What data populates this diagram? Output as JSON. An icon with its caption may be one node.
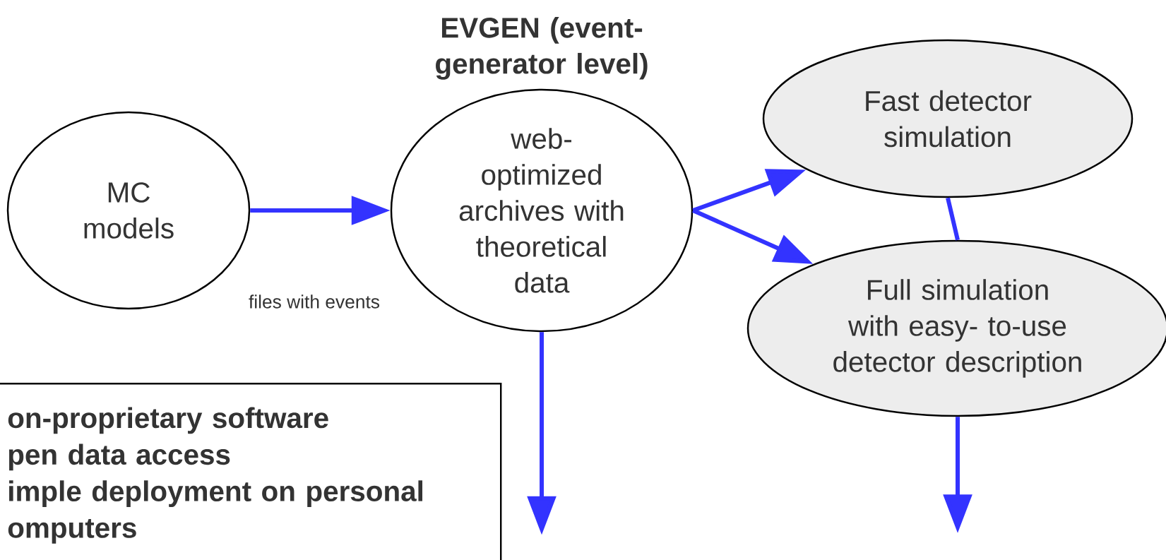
{
  "diagram": {
    "nodes": [
      {
        "text": [
          "MC models"
        ]
      },
      {
        "text": [
          "EVGEN (event-generator level)",
          "web- optimized archives with theoretical data"
        ]
      },
      {
        "text": [
          "Fast detector simulation"
        ]
      },
      {
        "text": [
          "Full simulation with easy- to-use detector description"
        ]
      },
      {
        "text": [
          "on-proprietary software",
          "pen data access",
          "imple deployment on personal omputers"
        ]
      }
    ],
    "edges": [
      {
        "from": 0,
        "to": 1,
        "arrow": "to",
        "label": "files with events"
      },
      {
        "from": 1,
        "to": 2,
        "arrow": "to"
      },
      {
        "from": 1,
        "to": 3,
        "arrow": "to"
      },
      {
        "from": 2,
        "to": 3,
        "arrow": "none"
      },
      {
        "from": 1,
        "to": null,
        "arrow": "to"
      },
      {
        "from": 3,
        "to": null,
        "arrow": "to"
      }
    ]
  }
}
